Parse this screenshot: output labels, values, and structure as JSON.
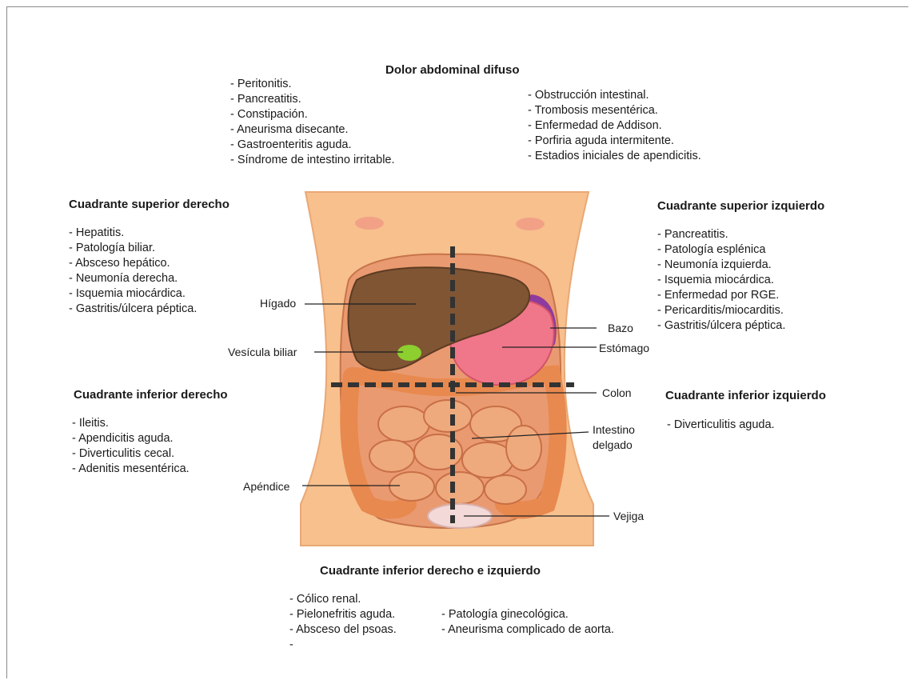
{
  "diffuse": {
    "title": "Dolor abdominal difuso",
    "left": [
      "Peritonitis.",
      "Pancreatitis.",
      "Constipación.",
      "Aneurisma disecante.",
      "Gastroenteritis aguda.",
      "Síndrome de intestino irritable."
    ],
    "right": [
      "Obstrucción intestinal.",
      "Trombosis mesentérica.",
      "Enfermedad de Addison.",
      "Porfiria aguda intermitente.",
      "Estadios iniciales de apendicitis."
    ]
  },
  "ruq": {
    "title": "Cuadrante superior derecho",
    "items": [
      "Hepatitis.",
      "Patología biliar.",
      "Absceso hepático.",
      "Neumonía derecha.",
      "Isquemia miocárdica.",
      "Gastritis/úlcera péptica."
    ]
  },
  "luq": {
    "title": "Cuadrante superior izquierdo",
    "items": [
      "Pancreatitis.",
      "Patología esplénica",
      "Neumonía izquierda.",
      "Isquemia miocárdica.",
      "Enfermedad por RGE.",
      "Pericarditis/miocarditis.",
      "Gastritis/úlcera péptica."
    ]
  },
  "rlq": {
    "title": "Cuadrante inferior derecho",
    "items": [
      "Ileitis.",
      "Apendicitis aguda.",
      "Diverticulitis cecal.",
      "Adenitis mesentérica."
    ]
  },
  "llq": {
    "title": "Cuadrante inferior izquierdo",
    "items": [
      "Diverticulitis aguda."
    ]
  },
  "lower_both": {
    "title": "Cuadrante inferior derecho e izquierdo",
    "col1": [
      "Cólico renal.",
      "Pielonefritis aguda.",
      "Absceso del psoas."
    ],
    "col1_trailing": "-",
    "col2": [
      "Patología ginecológica.",
      "Aneurisma complicado de aorta."
    ]
  },
  "organs": {
    "higado": "Hígado",
    "vesicula": "Vesícula biliar",
    "bazo": "Bazo",
    "estomago": "Estómago",
    "colon": "Colon",
    "intestino_line1": "Intestino",
    "intestino_line2": "delgado",
    "apendice": "Apéndice",
    "vejiga": "Vejiga"
  },
  "colors": {
    "skin": "#f7c08d",
    "liver": "#7f5534",
    "stomach": "#f0768a",
    "spleen": "#8e3a9e",
    "gallbladder": "#8ccf2f",
    "intestine": "#eeaa7d",
    "colon": "#e8894f",
    "bladder": "#f3d9d7"
  }
}
